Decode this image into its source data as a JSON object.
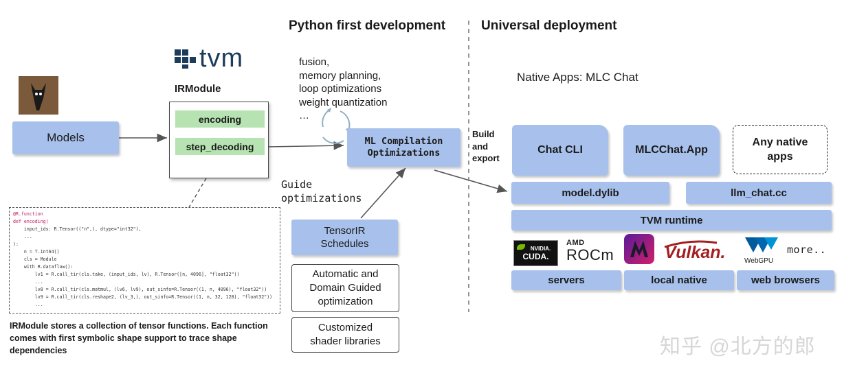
{
  "headings": {
    "python_first": "Python first development",
    "universal": "Universal deployment"
  },
  "tvm_logo": "tvm",
  "irmodule_title": "IRModule",
  "irmodule_funcs": [
    "encoding",
    "step_decoding"
  ],
  "models_label": "Models",
  "optimizations_list": [
    "fusion,",
    "memory planning,",
    "loop optimizations",
    "weight quantization",
    "…"
  ],
  "mlc_box": [
    "ML Compilation",
    "Optimizations"
  ],
  "guide_label": [
    "Guide",
    "optimizations"
  ],
  "build_export": [
    "Build",
    "and",
    "export"
  ],
  "tensorir": [
    "TensorIR",
    "Schedules"
  ],
  "automatic": [
    "Automatic and",
    "Domain Guided",
    "optimization"
  ],
  "customized": [
    "Customized",
    "shader libraries"
  ],
  "native_apps_title": "Native Apps: MLC Chat",
  "apps": [
    "Chat CLI",
    "MLCChat.App",
    "Any native apps"
  ],
  "libs": [
    "model.dylib",
    "llm_chat.cc"
  ],
  "runtime": "TVM runtime",
  "vendors": {
    "nvidia": [
      "NVIDIA.",
      "CUDA."
    ],
    "amd": "AMD",
    "rocm": "ROCm",
    "vulkan": "Vulkan.",
    "webgpu": "WebGPU",
    "more": "more.."
  },
  "targets": [
    "servers",
    "local native",
    "web browsers"
  ],
  "code_lines": [
    "@R.function",
    "def encoding(",
    "    input_ids: R.Tensor((\"n\",), dtype=\"int32\"),",
    "    ...",
    "):",
    "    n = T.int64()",
    "    cls = Module",
    "    with R.dataflow():",
    "        lv1 = R.call_tir(cls.take, (input_ids, lv), R.Tensor([n, 4096], \"float32\"))",
    "        ...",
    "        lv8 = R.call_tir(cls.matmul, (lv6, lv9), out_sinfo=R.Tensor((1, n, 4096), \"float32\"))",
    "        lv9 = R.call_tir(cls.reshape2, (lv_3,), out_sinfo=R.Tensor((1, n, 32, 128), \"float32\"))",
    "        ..."
  ],
  "caption": "IRModule stores a collection of tensor functions. Each function comes with first symbolic shape support to trace shape dependencies",
  "watermark": "知乎 @北方的郎",
  "colors": {
    "box_blue": "#a8c1ec",
    "green": "#b6e3b1"
  }
}
